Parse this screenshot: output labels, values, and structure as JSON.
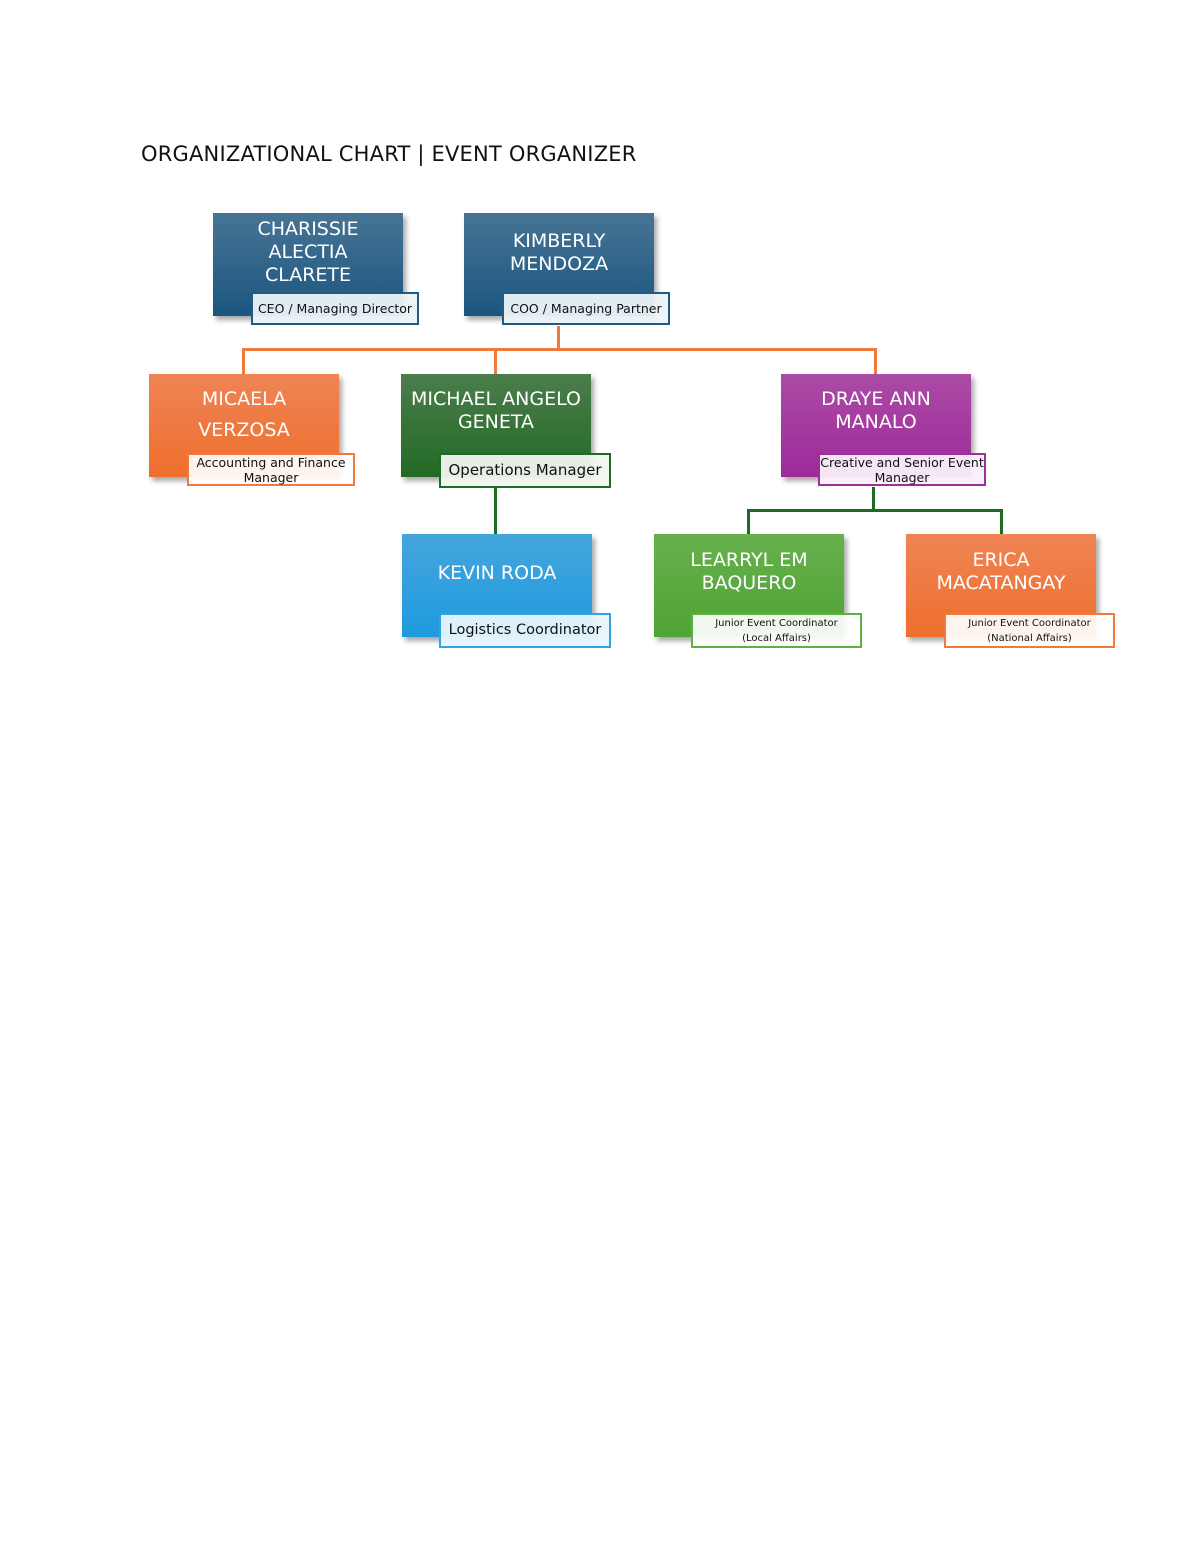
{
  "title": "ORGANIZATIONAL CHART | EVENT ORGANIZER",
  "colors": {
    "blue_dark": "#2e6389",
    "orange": "#ef7a3b",
    "green_dark": "#2e7d32",
    "purple": "#a23aa8",
    "blue_light": "#2fa4e0",
    "green_light": "#5bb142",
    "connector_orange": "#ef7a3b",
    "connector_green": "#1f6b24"
  },
  "nodes": [
    {
      "id": "charissie",
      "name": "CHARISSIE ALECTIA CLARETE",
      "role": "CEO / Managing Director"
    },
    {
      "id": "kimberly",
      "name": "KIMBERLY MENDOZA",
      "role": "COO / Managing Partner"
    },
    {
      "id": "micaela",
      "name": "MICAELA VERZOSA",
      "role": "Accounting and Finance Manager"
    },
    {
      "id": "michael",
      "name": "MICHAEL ANGELO GENETA",
      "role": "Operations Manager"
    },
    {
      "id": "draye",
      "name": "DRAYE ANN MANALO",
      "role": "Creative and Senior Event Manager"
    },
    {
      "id": "kevin",
      "name": "KEVIN RODA",
      "role": "Logistics Coordinator"
    },
    {
      "id": "learryl",
      "name": "LEARRYL EM BAQUERO",
      "role": "Junior Event Coordinator (Local Affairs)"
    },
    {
      "id": "erica",
      "name": "ERICA MACATANGAY",
      "role": "Junior Event Coordinator (National Affairs)"
    }
  ],
  "edges": [
    {
      "from": "kimberly",
      "to": "micaela"
    },
    {
      "from": "kimberly",
      "to": "michael"
    },
    {
      "from": "kimberly",
      "to": "draye"
    },
    {
      "from": "michael",
      "to": "kevin"
    },
    {
      "from": "draye",
      "to": "learryl"
    },
    {
      "from": "draye",
      "to": "erica"
    }
  ]
}
